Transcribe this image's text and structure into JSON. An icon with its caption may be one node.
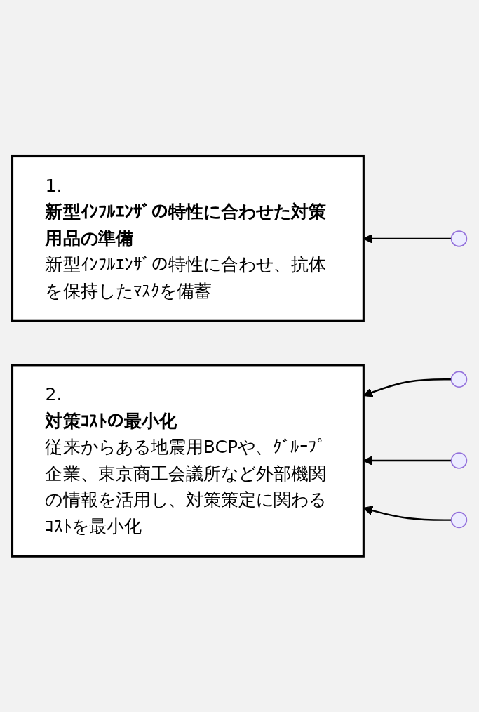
{
  "diagram": {
    "nodes": [
      {
        "text": [
          "1.",
          "新型ｲﾝﾌﾙｴﾝｻﾞの特性に合わせた対策用品の準備",
          "新型ｲﾝﾌﾙｴﾝｻﾞの特性に合わせ、抗体を保持したﾏｽｸを備蓄"
        ]
      },
      {
        "text": [
          "2.",
          "対策ｺｽﾄの最小化",
          "従来からある地震用BCPや、ｸﾞﾙｰﾌﾟ企業、東京商工会議所など外部機関の情報を活用し、対策策定に関わるｺｽﾄを最小化"
        ]
      },
      {
        "text": [],
        "shape": "circle"
      },
      {
        "text": [],
        "shape": "circle"
      },
      {
        "text": [],
        "shape": "circle"
      },
      {
        "text": [],
        "shape": "circle"
      }
    ],
    "edges": [
      {
        "from": 2,
        "to": 0,
        "arrow": "to"
      },
      {
        "from": 3,
        "to": 1,
        "arrow": "to"
      },
      {
        "from": 4,
        "to": 1,
        "arrow": "to"
      },
      {
        "from": 5,
        "to": 1,
        "arrow": "to"
      }
    ]
  }
}
